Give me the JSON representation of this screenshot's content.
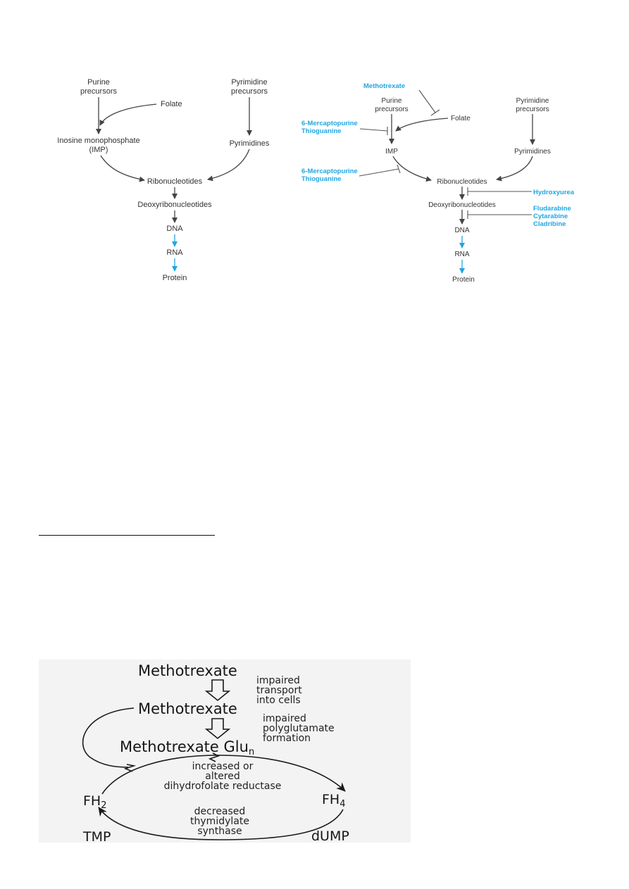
{
  "diagram_left": {
    "purine_precursors_line1": "Purine",
    "purine_precursors_line2": "precursors",
    "pyrimidine_precursors_line1": "Pyrimidine",
    "pyrimidine_precursors_line2": "precursors",
    "folate": "Folate",
    "imp_line1": "Inosine monophosphate",
    "imp_line2": "(IMP)",
    "pyrimidines": "Pyrimidines",
    "ribonucleotides": "Ribonucleotides",
    "deoxyribonucleotides": "Deoxyribonucleotides",
    "dna": "DNA",
    "rna": "RNA",
    "protein": "Protein"
  },
  "diagram_right": {
    "methotrexate": "Methotrexate",
    "purine_precursors_line1": "Purine",
    "purine_precursors_line2": "precursors",
    "pyrimidine_precursors_line1": "Pyrimidine",
    "pyrimidine_precursors_line2": "precursors",
    "folate": "Folate",
    "mercaptopurine_1": "6-Mercaptopurine",
    "thioguanine_1": "Thioguanine",
    "imp": "IMP",
    "pyrimidines": "Pyrimidines",
    "mercaptopurine_2": "6-Mercaptopurine",
    "thioguanine_2": "Thioguanine",
    "ribonucleotides": "Ribonucleotides",
    "hydroxyurea": "Hydroxyurea",
    "deoxyribonucleotides": "Deoxyribonucleotides",
    "fludarabine": "Fludarabine",
    "cytarabine": "Cytarabine",
    "cladribine": "Cladribine",
    "dna": "DNA",
    "rna": "RNA",
    "protein": "Protein",
    "colors": {
      "drug": "#1fa6e0",
      "pathway": "#444444"
    }
  },
  "resistance_diagram": {
    "methotrexate_top": "Methotrexate",
    "impaired_transport_line1": "impaired",
    "impaired_transport_line2": "transport",
    "impaired_transport_line3": "into cells",
    "methotrexate_mid": "Methotrexate",
    "impaired_poly_line1": "impaired",
    "impaired_poly_line2": "polyglutamate",
    "impaired_poly_line3": "formation",
    "methotrexate_glu": "Methotrexate Glu",
    "methotrexate_glu_sub": "n",
    "increased_line1": "increased or",
    "increased_line2": "altered",
    "increased_line3": "dihydrofolate reductase",
    "fh2": "FH",
    "fh2_sub": "2",
    "fh4": "FH",
    "fh4_sub": "4",
    "decreased_line1": "decreased",
    "decreased_line2": "thymidylate",
    "decreased_line3": "synthase",
    "tmp": "TMP",
    "dump": "dUMP"
  }
}
